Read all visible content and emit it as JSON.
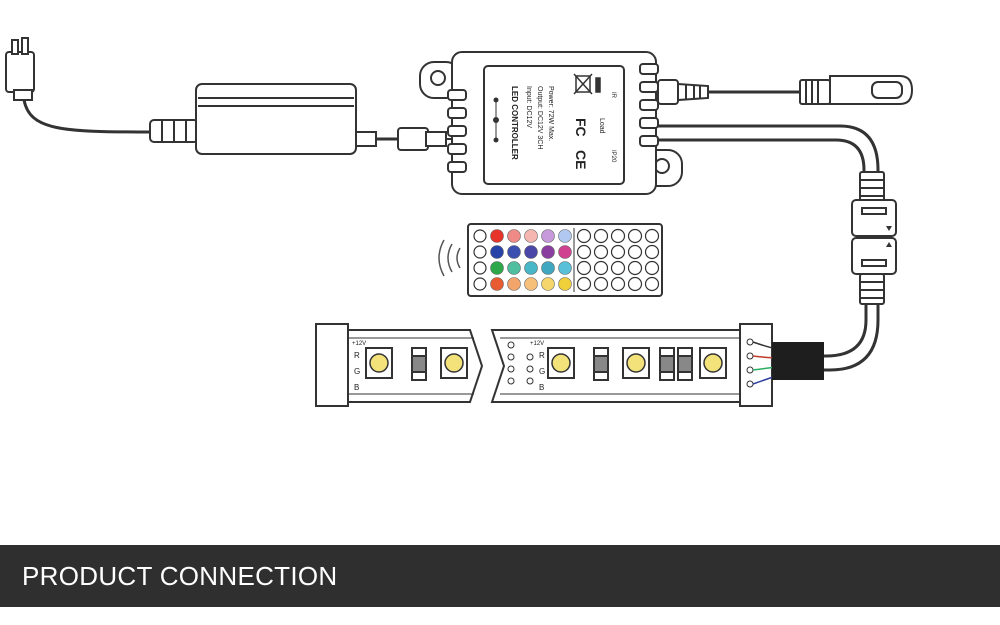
{
  "banner": {
    "title": "PRODUCT CONNECTION"
  },
  "controller": {
    "title": "LED CONTROLLER",
    "line_input": "Input: DC12V",
    "line_output": "Output: DC12V  3CH",
    "line_power": "Power: 72W Max.",
    "mark_ce": "CE",
    "mark_fc": "FC",
    "mark_load": "Load",
    "mark_ip": "IP20",
    "mark_ir": "IR"
  },
  "strip": {
    "pin_v": "+12V",
    "pin_r": "R",
    "pin_g": "G",
    "pin_b": "B"
  },
  "colors": {
    "banner_bg": "#2f2f2f",
    "banner_text": "#ffffff",
    "line": "#333333",
    "led": "#f3e27a"
  },
  "remote": {
    "color_keys": [
      [
        "#e7342b",
        "#f08a87",
        "#f5b6b2",
        "#c79adb",
        "#b1c9f0"
      ],
      [
        "#2743a8",
        "#3a4fb0",
        "#4a47a8",
        "#8a3fa0",
        "#d0418f"
      ],
      [
        "#2ca84a",
        "#4fbfa0",
        "#48b7c8",
        "#3fa7c0",
        "#58c0d8"
      ],
      [
        "#e85b30",
        "#f3a46b",
        "#f7c07a",
        "#f4d66c",
        "#efcf3a"
      ]
    ]
  }
}
